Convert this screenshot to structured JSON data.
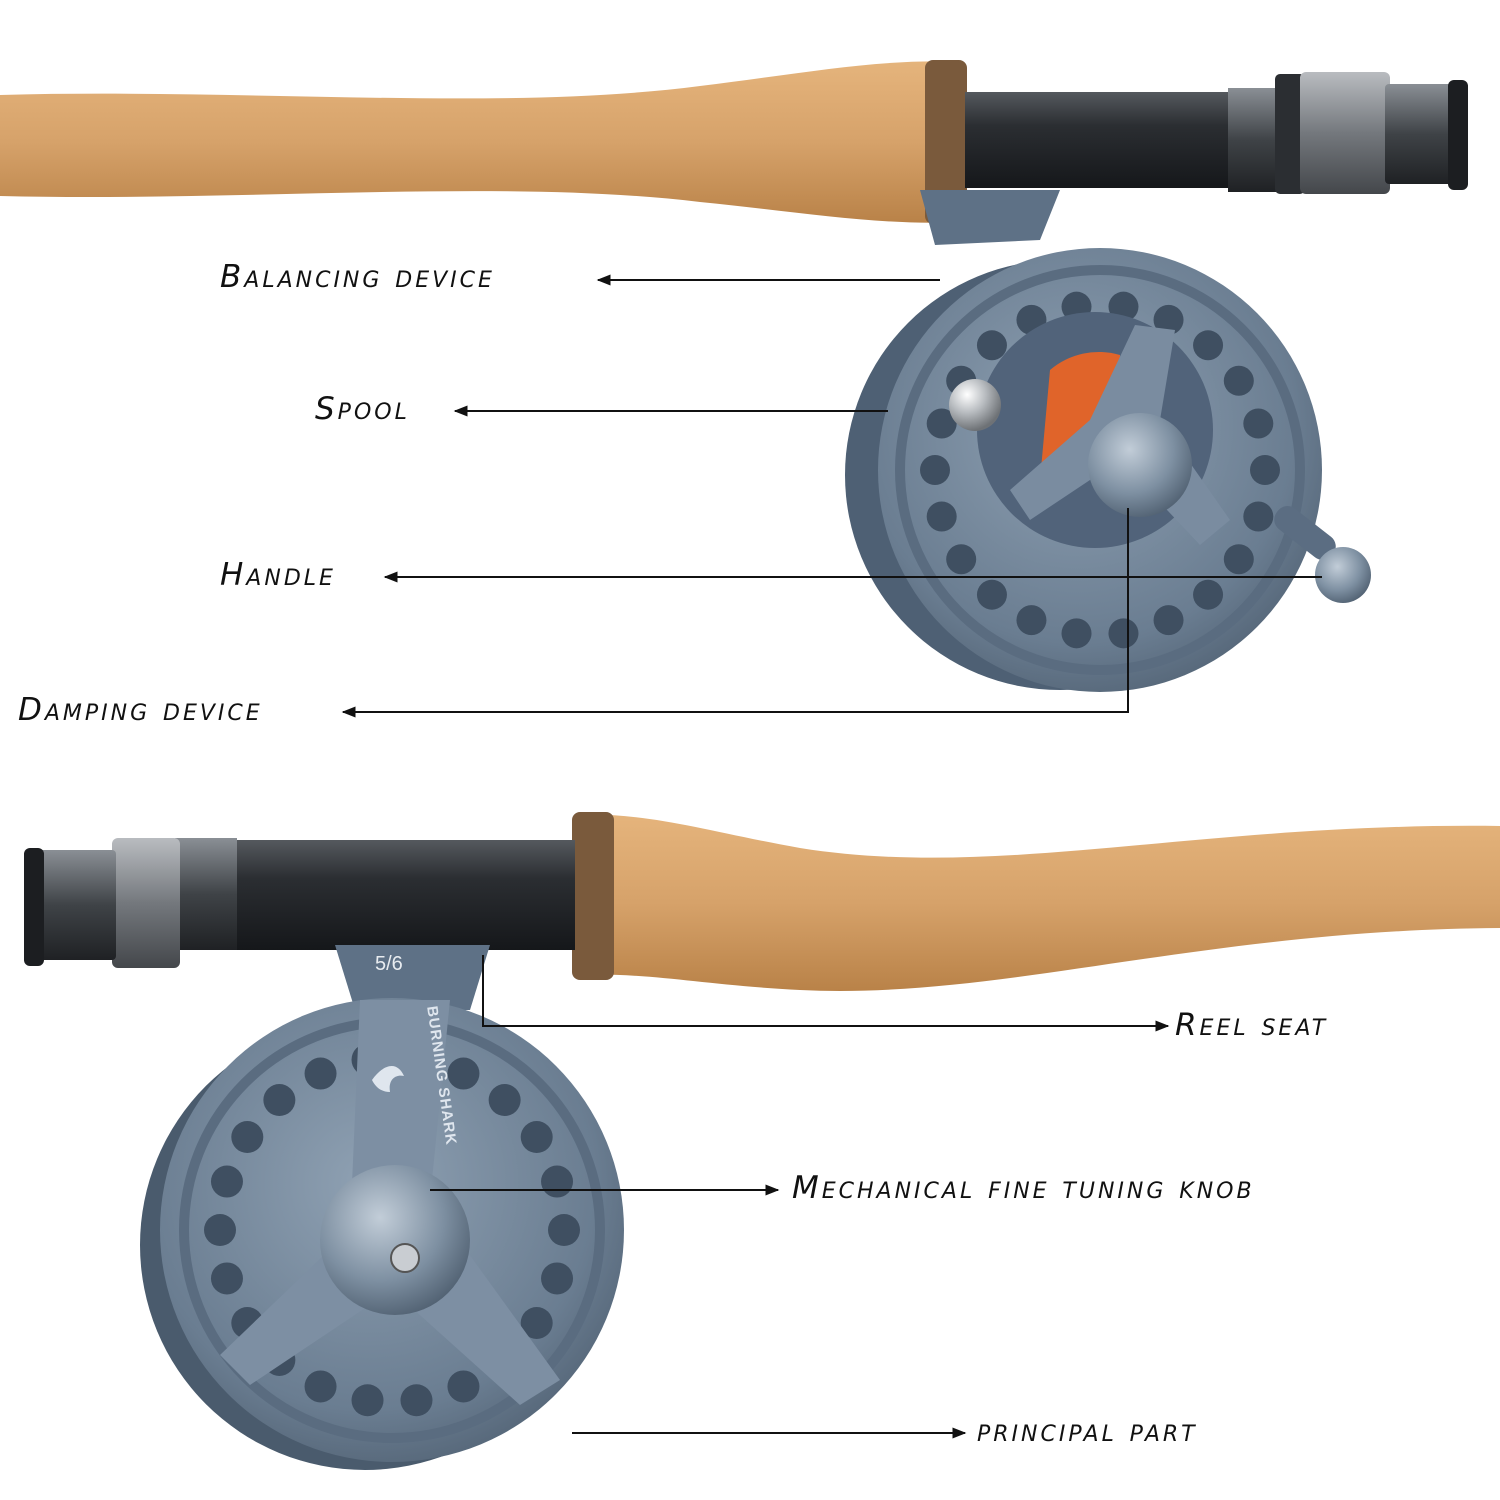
{
  "labels": {
    "balancing_device": "Balancing device",
    "spool": "Spool",
    "handle": "Handle",
    "damping_device": "Damping device",
    "reel_seat": "Reel seat",
    "fine_tuning_knob": "Mechanical fine tuning  knob",
    "principal_part": "principal part"
  },
  "rod": {
    "line_weight": "5/6"
  },
  "reel": {
    "brand": "BURNING SHARK"
  },
  "colors": {
    "cork": "#d6a26a",
    "reel_metal": "#6c7f93",
    "accent": "#e0642a",
    "seat": "#2f3236"
  }
}
